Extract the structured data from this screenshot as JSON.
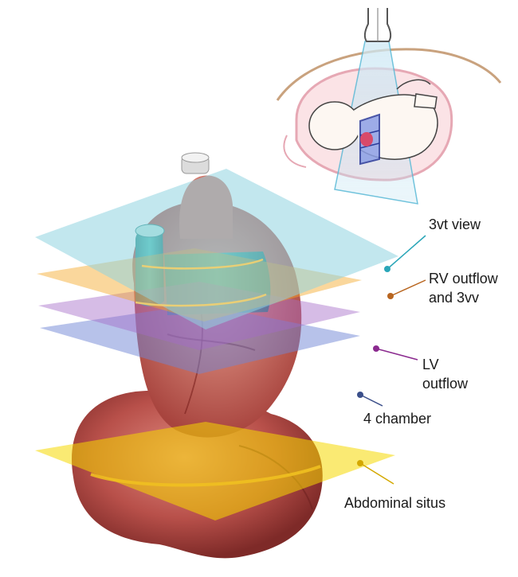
{
  "labels": {
    "three_vt": "3vt view",
    "rv_outflow_line1": "RV outflow",
    "rv_outflow_line2": "and 3vv",
    "lv_outflow_line1": "LV",
    "lv_outflow_line2": "outflow",
    "four_chamber": "4 chamber",
    "abdominal_situs": "Abdominal situs"
  },
  "colors": {
    "plane_3vt": "#8fd3e0",
    "plane_rv_outflow": "#f5a623",
    "plane_lv_outflow": "#a46bc8",
    "plane_4chamber": "#6f86d6",
    "plane_abdominal": "#f5d800",
    "leader_3vt": "#2aa6b8",
    "leader_rv": "#b8651f",
    "leader_lv": "#8b2a8f",
    "leader_4ch": "#3b4f8a",
    "leader_abd": "#d4a800",
    "heart": "#c9605a",
    "great_vessels": "#2fa9a0",
    "liver": "#b84a45",
    "uterus_outline": "#e8a0b0",
    "abdomen_wall": "#c8a080"
  }
}
